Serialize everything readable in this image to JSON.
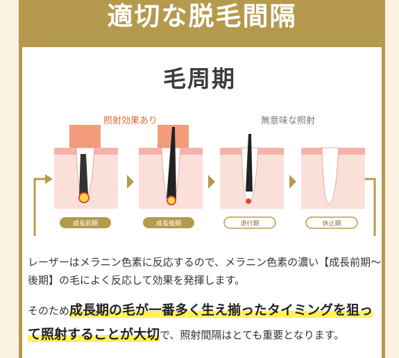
{
  "header": {
    "title": "適切な脱毛間隔"
  },
  "section": {
    "title": "毛周期"
  },
  "labels": {
    "effective": "照射効果あり",
    "meaningless": "無意味な照射"
  },
  "phases": [
    {
      "label": "成長前期",
      "filled": true
    },
    {
      "label": "成長後期",
      "filled": true
    },
    {
      "label": "退行期",
      "filled": false
    },
    {
      "label": "休止期",
      "filled": false
    }
  ],
  "colors": {
    "gold": "#b59a4e",
    "skin": "#f7c9c2",
    "effect": "#e9603a",
    "highlight": "#fff15a"
  },
  "text": {
    "p1": "レーザーはメラニン色素に反応するので、メラニン色素の濃い【成長前期〜後期】の毛によく反応して効果を発揮します。",
    "p2_pre": "そのため",
    "p2_hl": "成長期の毛が一番多く生え揃ったタイミングを狙って照射することが大切",
    "p2_post": "で、照射間隔はとても重要となります。"
  }
}
